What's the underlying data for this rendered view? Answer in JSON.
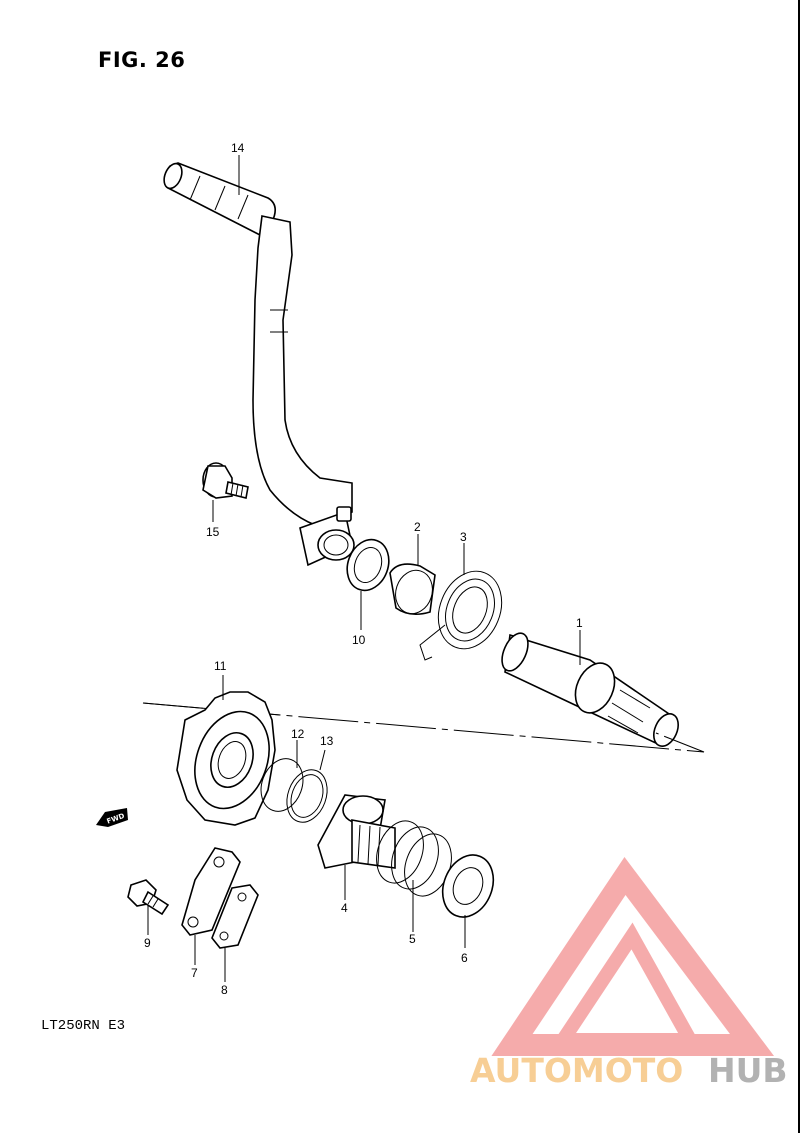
{
  "figure_title": "FIG. 26",
  "model_code": "LT250RN  E3",
  "fwd_label": "FWD",
  "watermark": {
    "word_part1": "AUTOMOTO",
    "word_part2": "HUB",
    "color_orange": "#f7c98a",
    "color_red": "#f5a3a3",
    "color_gray": "#aaaaaa"
  },
  "parts": [
    {
      "number": "1"
    },
    {
      "number": "2"
    },
    {
      "number": "3"
    },
    {
      "number": "4"
    },
    {
      "number": "5"
    },
    {
      "number": "6"
    },
    {
      "number": "7"
    },
    {
      "number": "8"
    },
    {
      "number": "9"
    },
    {
      "number": "10"
    },
    {
      "number": "11"
    },
    {
      "number": "12"
    },
    {
      "number": "13"
    },
    {
      "number": "14"
    },
    {
      "number": "15"
    }
  ]
}
